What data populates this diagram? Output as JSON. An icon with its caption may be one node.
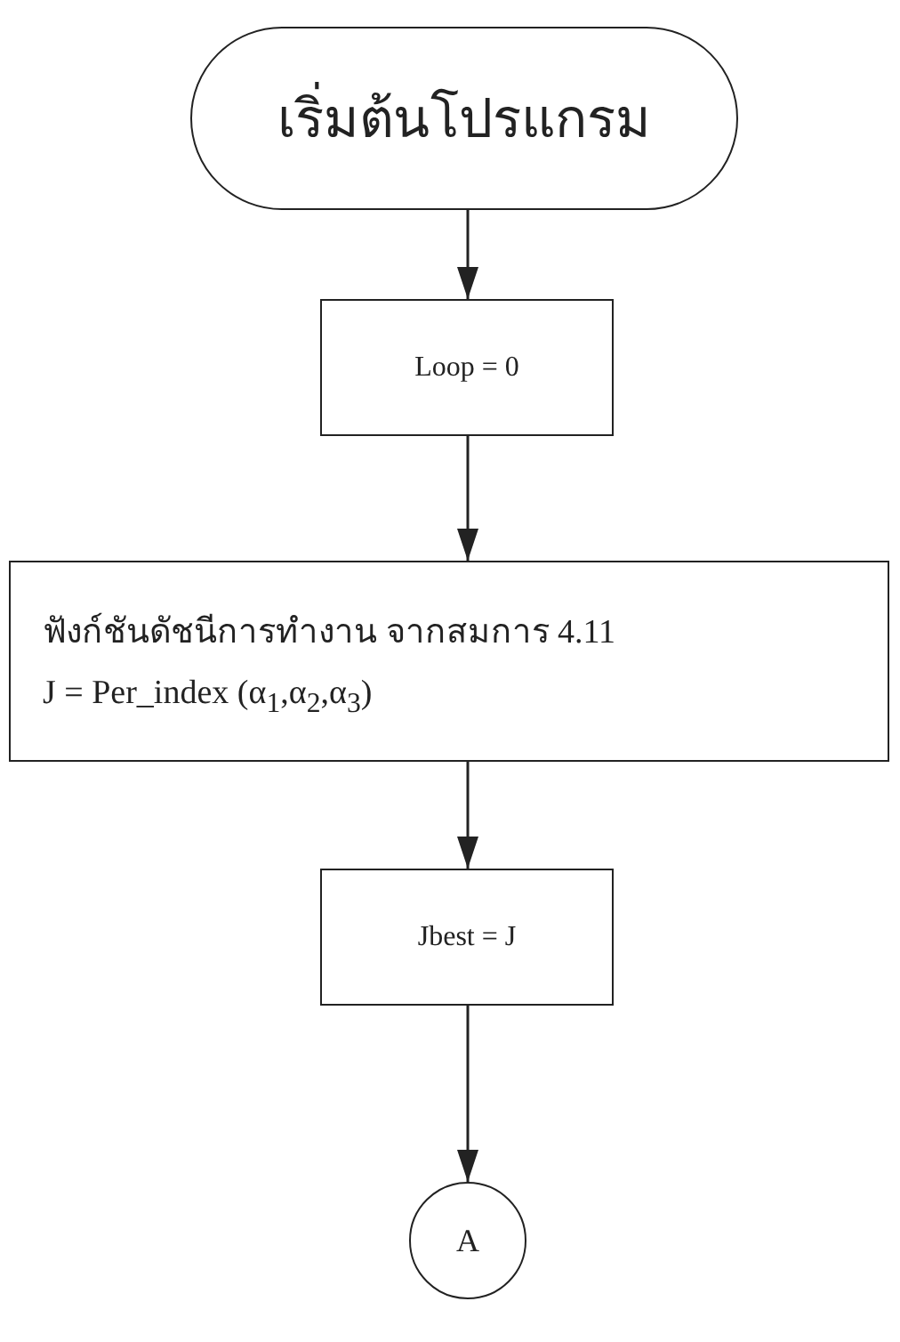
{
  "diagram": {
    "nodes": [
      {
        "text": [
          "เริ่มต้นโปรแกรม"
        ]
      },
      {
        "text": [
          "Loop = 0"
        ]
      },
      {
        "text": [
          "ฟังก์ชันดัชนีการทำงาน จากสมการ 4.11",
          "J = Per_index (α$_{1}$,α$_{2}$,α$_{3}$)"
        ]
      },
      {
        "text": [
          "Jbest = J"
        ]
      },
      {
        "text": [
          "A"
        ]
      }
    ],
    "edges": [
      {
        "from": 0,
        "to": 1,
        "arrow": "to"
      },
      {
        "from": 1,
        "to": 2,
        "arrow": "to"
      },
      {
        "from": 2,
        "to": 3,
        "arrow": "to"
      },
      {
        "from": 3,
        "to": 4,
        "arrow": "to"
      }
    ]
  }
}
